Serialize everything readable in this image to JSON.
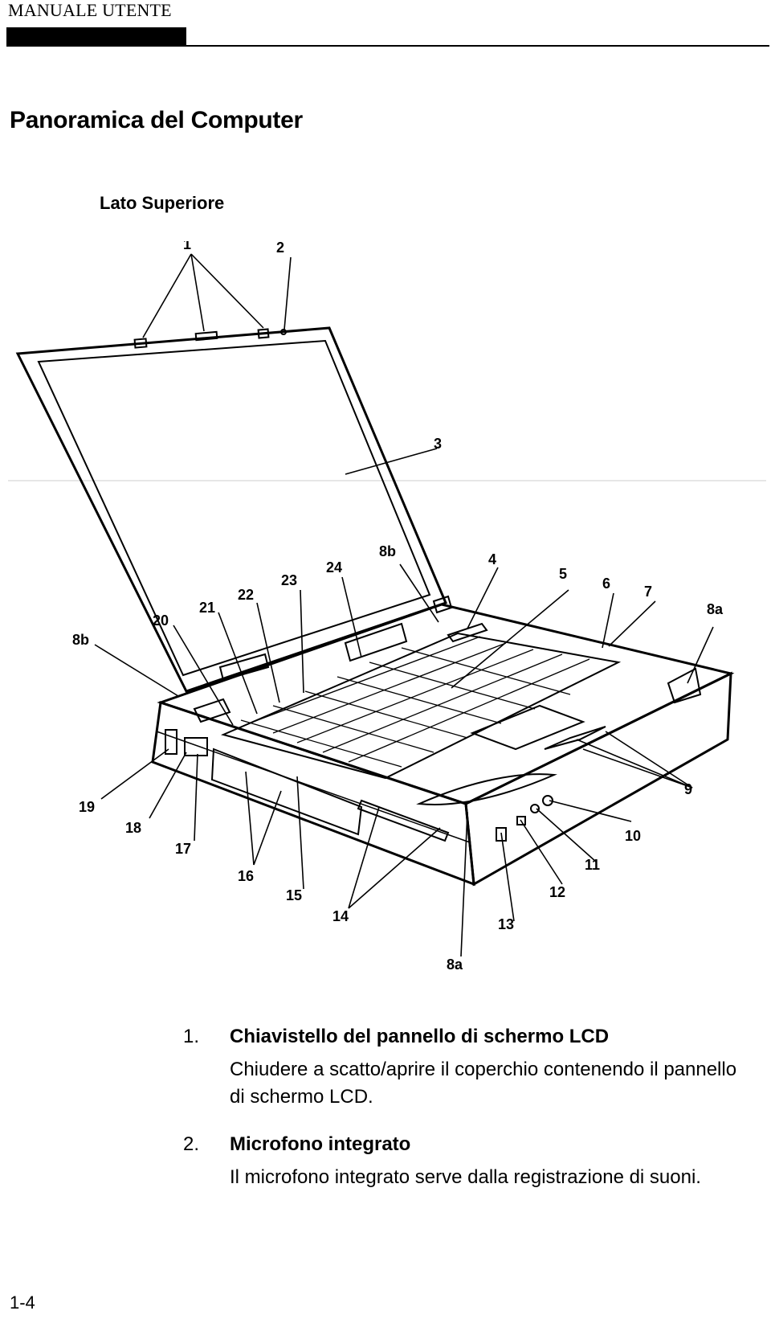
{
  "header": {
    "title": "MANUALE UTENTE"
  },
  "page_title": "Panoramica del Computer",
  "section_title": "Lato Superiore",
  "figure": {
    "callouts": [
      "1",
      "2",
      "3",
      "4",
      "5",
      "6",
      "7",
      "8a",
      "8a",
      "8b",
      "8b",
      "9",
      "10",
      "11",
      "12",
      "13",
      "14",
      "15",
      "16",
      "17",
      "18",
      "19",
      "20",
      "21",
      "22",
      "23",
      "24"
    ]
  },
  "items": [
    {
      "number": "1.",
      "title": "Chiavistello del pannello di schermo LCD",
      "body": "Chiudere a scatto/aprire il coperchio contenendo il pannello di schermo LCD."
    },
    {
      "number": "2.",
      "title": "Microfono integrato",
      "body": "Il microfono integrato serve dalla registrazione di suoni."
    }
  ],
  "footer": {
    "page_number": "1-4"
  }
}
